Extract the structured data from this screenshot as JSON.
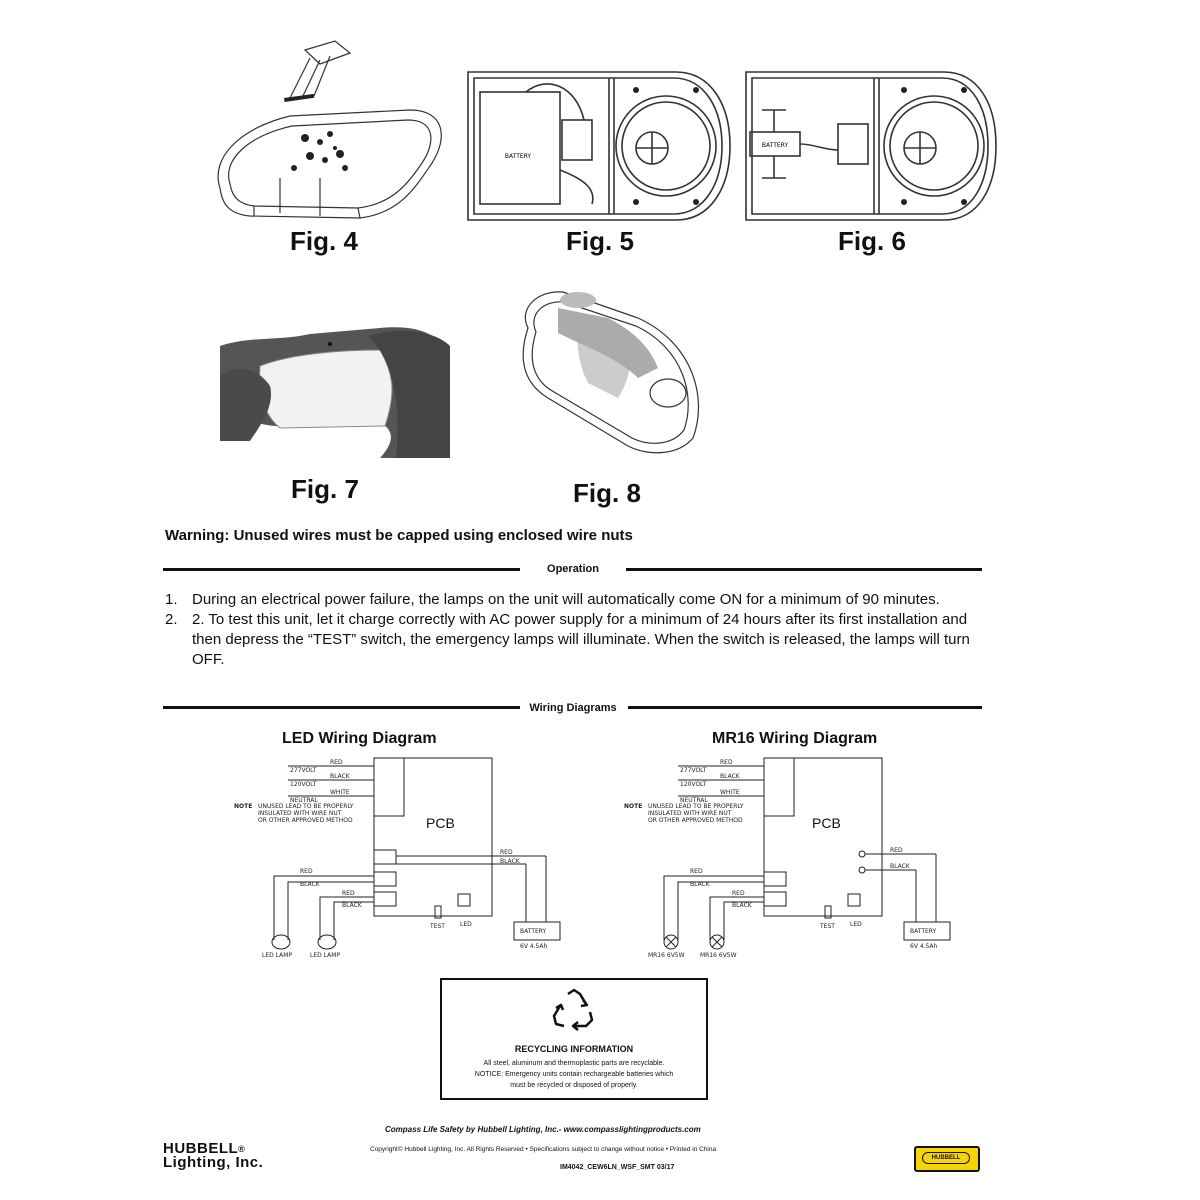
{
  "figures": {
    "fig4": "Fig. 4",
    "fig5": "Fig. 5",
    "fig6": "Fig. 6",
    "fig7": "Fig. 7",
    "fig8": "Fig. 8",
    "battery_label": "BATTERY"
  },
  "warning": "Warning: Unused wires must be capped using enclosed wire nuts",
  "operation": {
    "title": "Operation",
    "items": [
      {
        "num": "1.",
        "text": "During an electrical power failure, the lamps on the unit will automatically come ON for a minimum of 90 minutes."
      },
      {
        "num": "2.",
        "text": "2. To test this unit, let it charge correctly with AC power supply for a minimum of 24 hours after its first installation and then depress the “TEST” switch, the emergency lamps will illuminate. When the switch is released, the lamps will turn OFF."
      }
    ]
  },
  "wiring": {
    "title": "Wiring Diagrams",
    "led": {
      "title": "LED Wiring Diagram",
      "pcb": "PCB",
      "v277": "277VOLT",
      "v120": "120VOLT",
      "neutral": "NEUTRAL",
      "red": "RED",
      "black": "BLACK",
      "white": "WHITE",
      "note_label": "NOTE",
      "note_1": "UNUSED LEAD TO BE PROPERLY",
      "note_2": "INSULATED WITH WIRE NUT",
      "note_3": "OR OTHER APPROVED METHOD",
      "red2": "RED",
      "black2": "BLACK",
      "red3": "RED",
      "black3": "BLACK",
      "red4": "RED",
      "black4": "BLACK",
      "lamp1": "LED LAMP",
      "lamp2": "LED LAMP",
      "test": "TEST",
      "led": "LED",
      "battery": "BATTERY",
      "battery_sub": "6V 4.5Ah"
    },
    "mr16": {
      "title": "MR16 Wiring Diagram",
      "pcb": "PCB",
      "v277": "277VOLT",
      "v120": "120VOLT",
      "neutral": "NEUTRAL",
      "red": "RED",
      "black": "BLACK",
      "white": "WHITE",
      "note_label": "NOTE",
      "note_1": "UNUSED LEAD TO BE PROPERLY",
      "note_2": "INSULATED WITH WIRE NUT",
      "note_3": "OR OTHER APPROVED METHOD",
      "red2": "RED",
      "black2": "BLACK",
      "red3": "RED",
      "black3": "BLACK",
      "red4": "RED",
      "black4": "BLACK",
      "lamp1": "MR16 6V5W",
      "lamp2": "MR16 6V5W",
      "test": "TEST",
      "led": "LED",
      "battery": "BATTERY",
      "battery_sub": "6V 4.5Ah"
    }
  },
  "recycling": {
    "title": "RECYCLING INFORMATION",
    "line1": "All steel, aluminum and thermoplastic parts are recyclable.",
    "line2": "NOTICE: Emergency units contain rechargeable batteries which",
    "line3": "must be recycled or disposed of properly."
  },
  "footer": {
    "tagline": "Compass Life Safety by Hubbell Lighting, Inc.- www.compasslightingproducts.com",
    "copyright": "Copyright© Hubbell Lighting, Inc. All Rights Reserved • Specifications subject to change without notice • Printed in China",
    "code": "IM4042_CEW6LN_WSF_SMT   03/17",
    "logo_line1": "HUBBELL",
    "logo_line2": "Lighting, Inc.",
    "logo_mark": "®",
    "badge": "HUBBELL"
  },
  "colors": {
    "badge_yellow": "#f5d400"
  }
}
